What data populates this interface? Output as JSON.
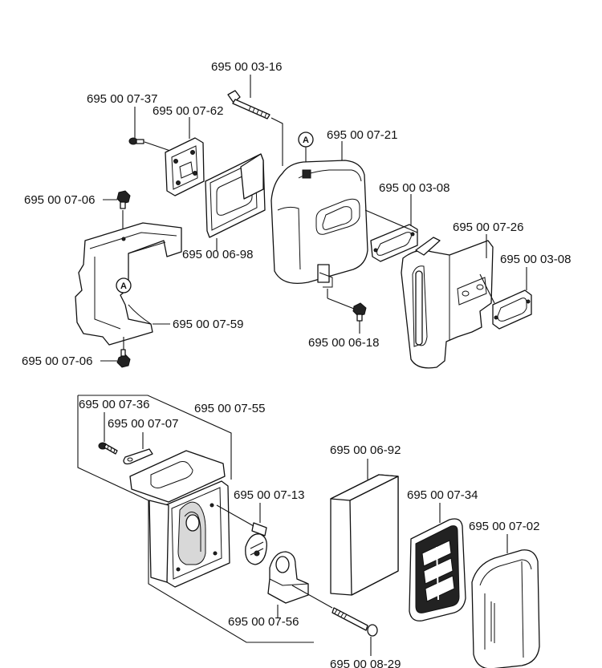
{
  "labels": {
    "bolt_top": "695 00 03-16",
    "screw_small": "695 00 07-37",
    "plate": "695 00 07-62",
    "muffler": "695 00 07-21",
    "nut_left": "695 00 07-06",
    "gasket_mid": "695 00 03-08",
    "heat_shield": "695 00 07-26",
    "gasket_right": "695 00 03-08",
    "gasket_inner": "695 00 06-98",
    "guard": "695 00 07-59",
    "screw_muffler": "695 00 06-18",
    "nut_bottom": "695 00 07-06",
    "screw_filter": "695 00 07-36",
    "clip": "695 00 07-07",
    "filter_assembly": "695 00 07-55",
    "filter_element": "695 00 06-92",
    "choke": "695 00 07-13",
    "filter_holder": "695 00 07-34",
    "filter_cover": "695 00 07-02",
    "bracket": "695 00 07-56",
    "bolt_bottom": "695 00 08-29"
  },
  "ref_marks": {
    "a_top": "A",
    "a_left": "A"
  }
}
